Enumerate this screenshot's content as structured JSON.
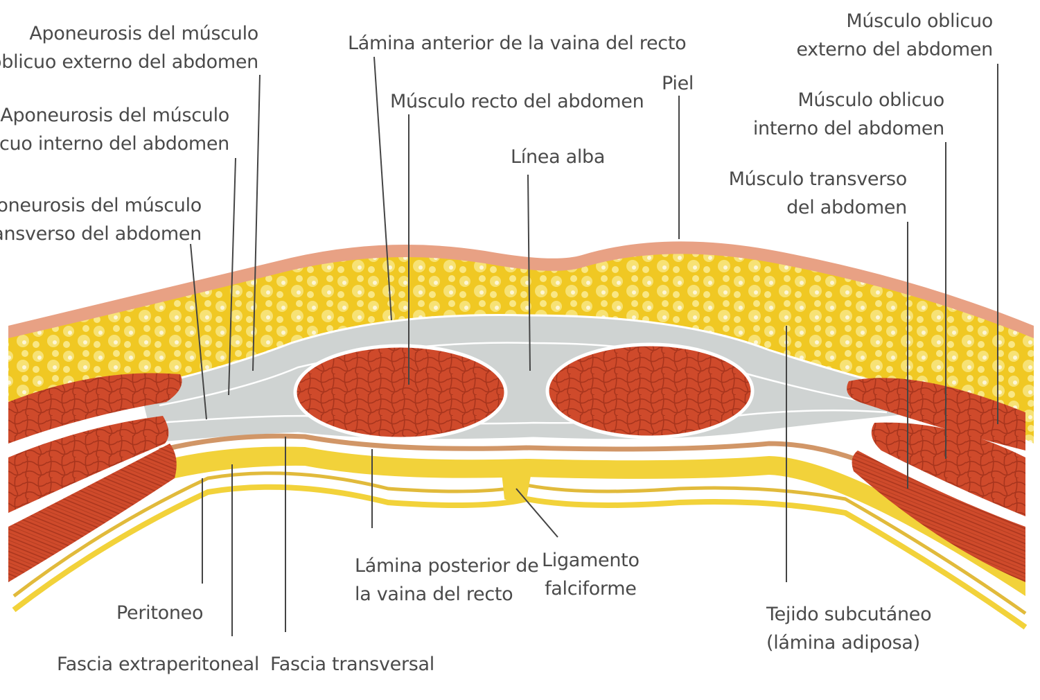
{
  "labels": {
    "apo_ext": [
      "Aponeurosis del músculo",
      "oblicuo externo del abdomen"
    ],
    "apo_int": [
      "Aponeurosis del músculo",
      "oblicuo interno del abdomen"
    ],
    "apo_trans": [
      "Aponeurosis del músculo",
      "transverso del abdomen"
    ],
    "lam_ant": "Lámina anterior de la vaina del recto",
    "recto": "Músculo recto del abdomen",
    "linea_alba": "Línea alba",
    "piel": "Piel",
    "obl_ext": [
      "Músculo oblicuo",
      "externo del abdomen"
    ],
    "obl_int": [
      "Músculo oblicuo",
      "interno del abdomen"
    ],
    "transverso": [
      "Músculo transverso",
      "del abdomen"
    ],
    "peritoneo": "Peritoneo",
    "fascia_extra": "Fascia extraperitoneal",
    "fascia_trans": "Fascia transversal",
    "lam_post": [
      "Lámina posterior de",
      "la vaina del recto"
    ],
    "ligamento": [
      "Ligamento",
      "falciforme"
    ],
    "tejido": [
      "Tejido subcutáneo",
      "(lámina adiposa)"
    ]
  },
  "colors": {
    "skin": "#e8a184",
    "fat": "#f0c823",
    "muscle": "#cf4a2b",
    "fascia": "#cfd3d2",
    "peritoneum": "#f2d23a",
    "leader": "#444444"
  }
}
